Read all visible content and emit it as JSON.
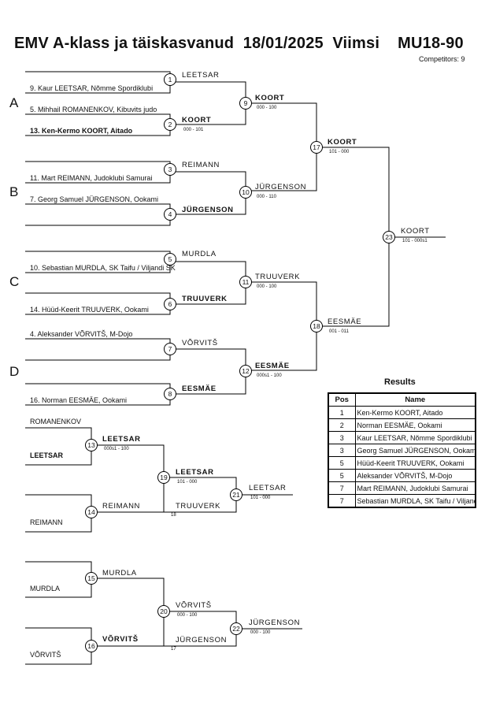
{
  "title": "EMV A-klass ja täiskasvanud  18/01/2025  Viimsi    MU18-90",
  "competitors": "Competitors: 9",
  "groups": [
    "A",
    "B",
    "C",
    "D"
  ],
  "entries": [
    {
      "id": "e9",
      "label": "9. Kaur LEETSAR, Nõmme Spordiklubi",
      "bold": false
    },
    {
      "id": "e5",
      "label": "5. Mihhail ROMANENKOV, Kibuvits judo",
      "bold": false
    },
    {
      "id": "e13",
      "label": "13. Ken-Kermo KOORT, Aitado",
      "bold": true
    },
    {
      "id": "e11",
      "label": "11. Mart REIMANN, Judoklubi Samurai",
      "bold": false
    },
    {
      "id": "e7",
      "label": "7. Georg Samuel JÜRGENSON, Ookami",
      "bold": false
    },
    {
      "id": "e10",
      "label": "10. Sebastian MURDLA, SK Taifu / Viljandi SK",
      "bold": false
    },
    {
      "id": "e14",
      "label": "14. Hüüd-Keerit  TRUUVERK, Ookami",
      "bold": false
    },
    {
      "id": "e4",
      "label": "4. Aleksander VÕRVITŠ, M-Dojo",
      "bold": false
    },
    {
      "id": "e16",
      "label": "16. Norman EESMÄE, Ookami",
      "bold": false
    }
  ],
  "matches": [
    {
      "num": "1",
      "top": "LEETSAR",
      "top_bold": false
    },
    {
      "num": "2",
      "top": "KOORT",
      "top_bold": true,
      "score": "000 - 101"
    },
    {
      "num": "3",
      "top": "REIMANN",
      "top_bold": false
    },
    {
      "num": "4",
      "top": "JÜRGENSON",
      "top_bold": true
    },
    {
      "num": "5",
      "top": "MURDLA",
      "top_bold": false
    },
    {
      "num": "6",
      "top": "TRUUVERK",
      "top_bold": true
    },
    {
      "num": "7",
      "top": "VÕRVITŠ",
      "top_bold": false
    },
    {
      "num": "8",
      "top": "EESMÄE",
      "top_bold": true
    },
    {
      "num": "9",
      "winner": "KOORT",
      "winner_bold": true,
      "score": "000 - 100"
    },
    {
      "num": "10",
      "winner": "JÜRGENSON",
      "winner_bold": false,
      "score": "000 - 110"
    },
    {
      "num": "11",
      "winner": "TRUUVERK",
      "winner_bold": false,
      "score": "000 - 100"
    },
    {
      "num": "12",
      "winner": "EESMÄE",
      "winner_bold": true,
      "score": "000s1 - 100"
    },
    {
      "num": "17",
      "winner": "KOORT",
      "winner_bold": true,
      "score": "101 - 000"
    },
    {
      "num": "18",
      "winner": "EESMÄE",
      "winner_bold": false,
      "score": "001 - 011"
    },
    {
      "num": "23",
      "winner": "KOORT",
      "winner_bold": false,
      "score": "101 - 000s1"
    }
  ],
  "repechage": [
    {
      "num": "13",
      "a": "ROMANENKOV",
      "b": "LEETSAR",
      "b_bold": true,
      "winner": "LEETSAR",
      "winner_bold": true,
      "score": "000s1 - 100"
    },
    {
      "num": "14",
      "a": "REIMANN",
      "b": "REIMANN",
      "b_bold": false,
      "winner": "REIMANN",
      "winner_bold": false
    },
    {
      "num": "19",
      "winner": "LEETSAR",
      "winner_bold": true,
      "score": "101 - 000",
      "loser": "TRUUVERK",
      "loser_note": "18"
    },
    {
      "num": "21",
      "winner": "LEETSAR",
      "winner_bold": false,
      "score": "101 - 000"
    },
    {
      "num": "15",
      "a": "",
      "b": "MURDLA",
      "b_bold": false,
      "winner": "MURDLA",
      "winner_bold": false
    },
    {
      "num": "16",
      "a": "",
      "b": "VÕRVITŠ",
      "b_bold": false,
      "winner": "VÕRVITŠ",
      "winner_bold": true
    },
    {
      "num": "20",
      "winner": "VÕRVITŠ",
      "winner_bold": false,
      "score": "000 - 100",
      "loser": "JÜRGENSON",
      "loser_note": "17"
    },
    {
      "num": "22",
      "winner": "JÜRGENSON",
      "winner_bold": false,
      "score": "000 - 100"
    }
  ],
  "results": {
    "title": "Results",
    "headers": [
      "Pos",
      "Name"
    ],
    "rows": [
      {
        "pos": "1",
        "name": "Ken-Kermo KOORT, Aitado"
      },
      {
        "pos": "2",
        "name": "Norman EESMÄE, Ookami"
      },
      {
        "pos": "3",
        "name": "Kaur LEETSAR, Nõmme Spordiklubi"
      },
      {
        "pos": "3",
        "name": "Georg Samuel JÜRGENSON, Ookami"
      },
      {
        "pos": "5",
        "name": "Hüüd-Keerit  TRUUVERK, Ookami"
      },
      {
        "pos": "5",
        "name": "Aleksander VÕRVITŠ, M-Dojo"
      },
      {
        "pos": "7",
        "name": "Mart REIMANN, Judoklubi Samurai"
      },
      {
        "pos": "7",
        "name": "Sebastian MURDLA, SK Taifu / Viljandi SK"
      }
    ]
  }
}
